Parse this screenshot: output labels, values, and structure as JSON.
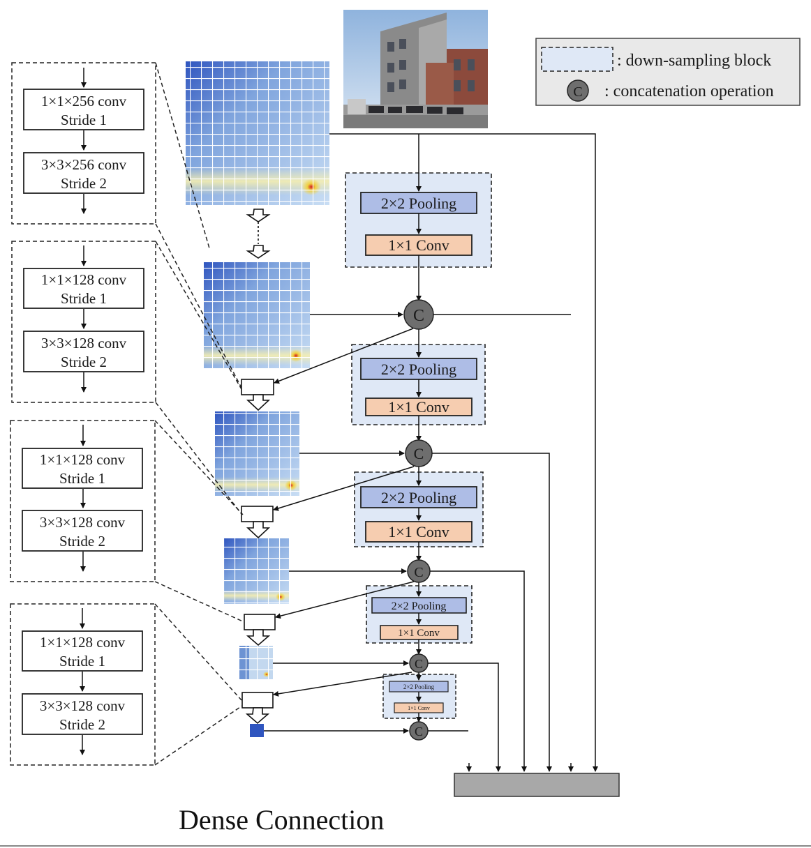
{
  "caption": "Dense Connection",
  "legend": {
    "down_sampling": ": down-sampling block",
    "concatenation": ": concatenation operation",
    "concat_symbol": "C"
  },
  "conv_blocks": [
    {
      "conv1": "1×1×256 conv",
      "stride1": "Stride 1",
      "conv2": "3×3×256 conv",
      "stride2": "Stride 2"
    },
    {
      "conv1": "1×1×128 conv",
      "stride1": "Stride 1",
      "conv2": "3×3×128 conv",
      "stride2": "Stride 2"
    },
    {
      "conv1": "1×1×128 conv",
      "stride1": "Stride 1",
      "conv2": "3×3×128 conv",
      "stride2": "Stride 2"
    },
    {
      "conv1": "1×1×128 conv",
      "stride1": "Stride 1",
      "conv2": "3×3×128 conv",
      "stride2": "Stride 2"
    }
  ],
  "ds_blocks": [
    {
      "pool": "2×2 Pooling",
      "conv": "1×1 Conv"
    },
    {
      "pool": "2×2 Pooling",
      "conv": "1×1 Conv"
    },
    {
      "pool": "2×2 Pooling",
      "conv": "1×1 Conv"
    },
    {
      "pool": "2×2 Pooling",
      "conv": "1×1 Conv"
    },
    {
      "pool": "2×2 Pooling",
      "conv": "1×1 Conv"
    }
  ],
  "colors": {
    "pool_fill": "#aebde6",
    "conv_fill": "#f6cdb0",
    "ds_fill": "#dfe8f6",
    "legend_fill": "#e9e9e9",
    "concat_fill": "#6e6e6e",
    "output_bar": "#a8a8a8",
    "heat_blue": "#3a5fc2",
    "heat_light": "#cfe0f3"
  }
}
